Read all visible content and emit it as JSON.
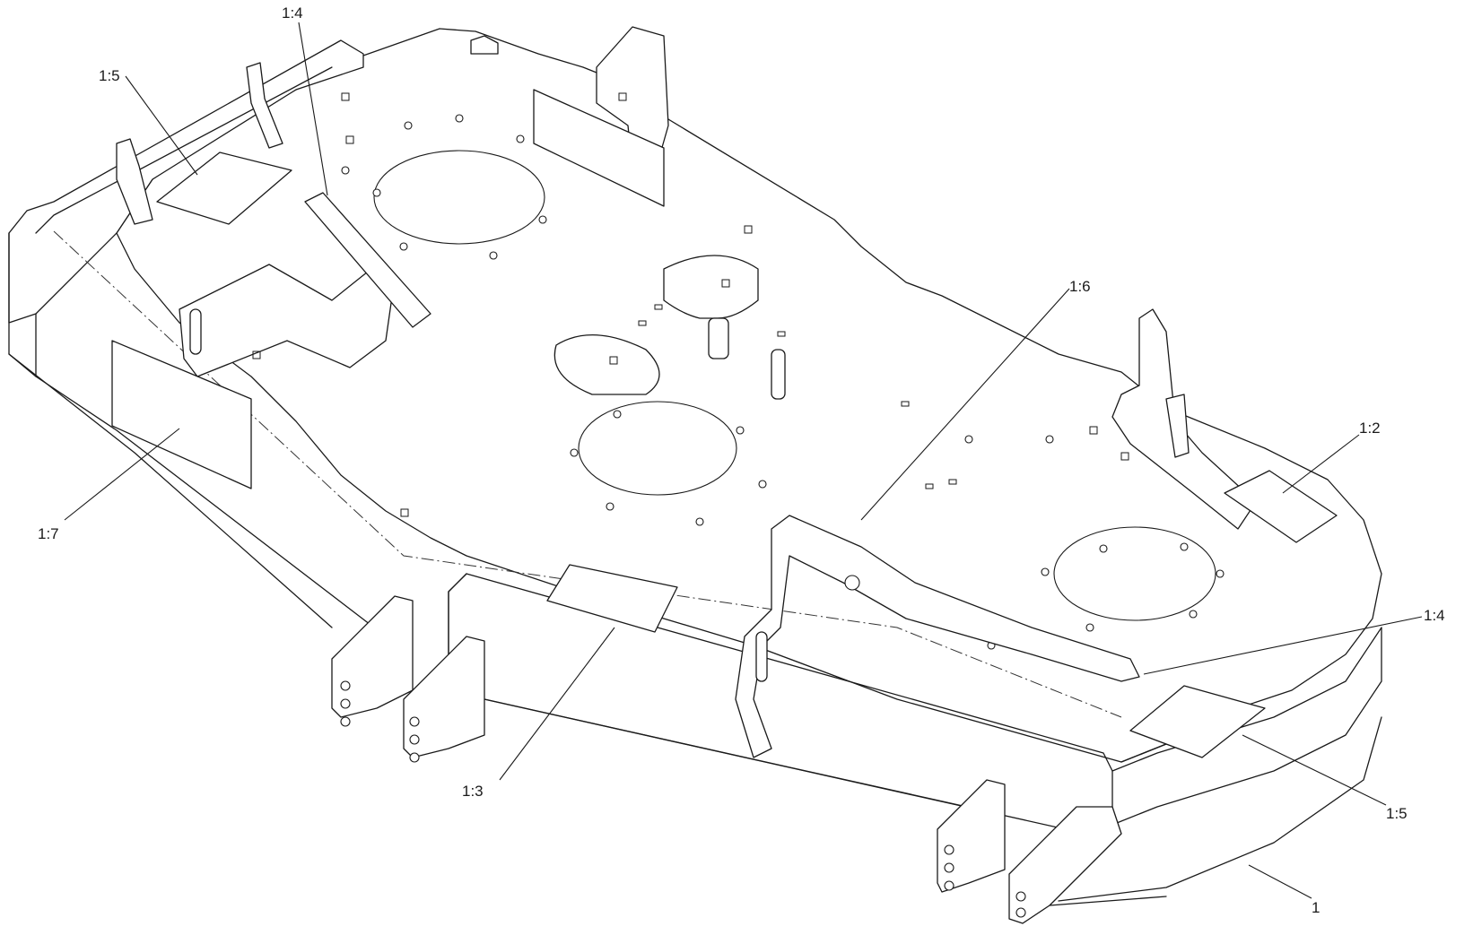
{
  "callouts": [
    {
      "id": "c14_top",
      "text": "1:4"
    },
    {
      "id": "c15_left",
      "text": "1:5"
    },
    {
      "id": "c16",
      "text": "1:6"
    },
    {
      "id": "c12",
      "text": "1:2"
    },
    {
      "id": "c14_right",
      "text": "1:4"
    },
    {
      "id": "c17",
      "text": "1:7"
    },
    {
      "id": "c13",
      "text": "1:3"
    },
    {
      "id": "c15_right",
      "text": "1:5"
    },
    {
      "id": "c1",
      "text": "1"
    }
  ]
}
